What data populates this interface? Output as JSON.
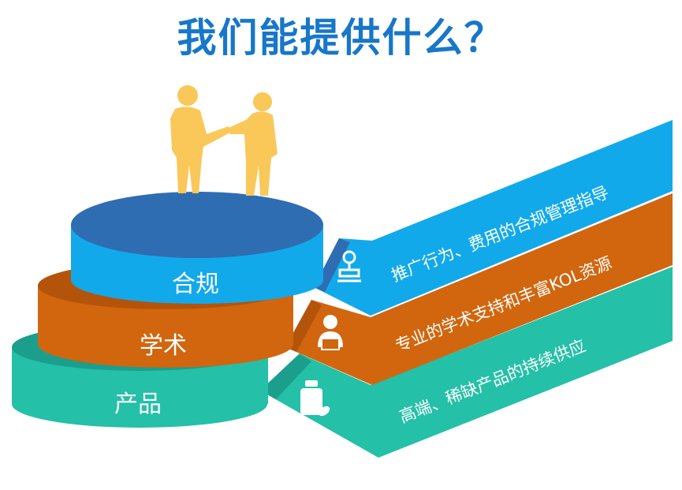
{
  "title": "我们能提供什么？",
  "colors": {
    "title": "#1777c9",
    "top_tier": "#12a9ea",
    "top_tier_dark": "#2f6db3",
    "middle_tier": "#d1660f",
    "middle_tier_dark": "#b4540a",
    "bottom_tier": "#24c0a8",
    "bottom_tier_dark": "#1b9f8c",
    "figures": "#f9c859"
  },
  "tiers": {
    "top": {
      "label": "合规",
      "statement": "推广行为、费用的合规管理指导",
      "icon": "stamp-icon"
    },
    "middle": {
      "label": "学术",
      "statement": "专业的学术支持和丰富KOL资源",
      "icon": "doctor-icon"
    },
    "bottom": {
      "label": "产品",
      "statement": "高端、稀缺产品的持续供应",
      "icon": "medicine-icon"
    }
  },
  "illustration": {
    "icon": "handshake-figures-icon"
  }
}
